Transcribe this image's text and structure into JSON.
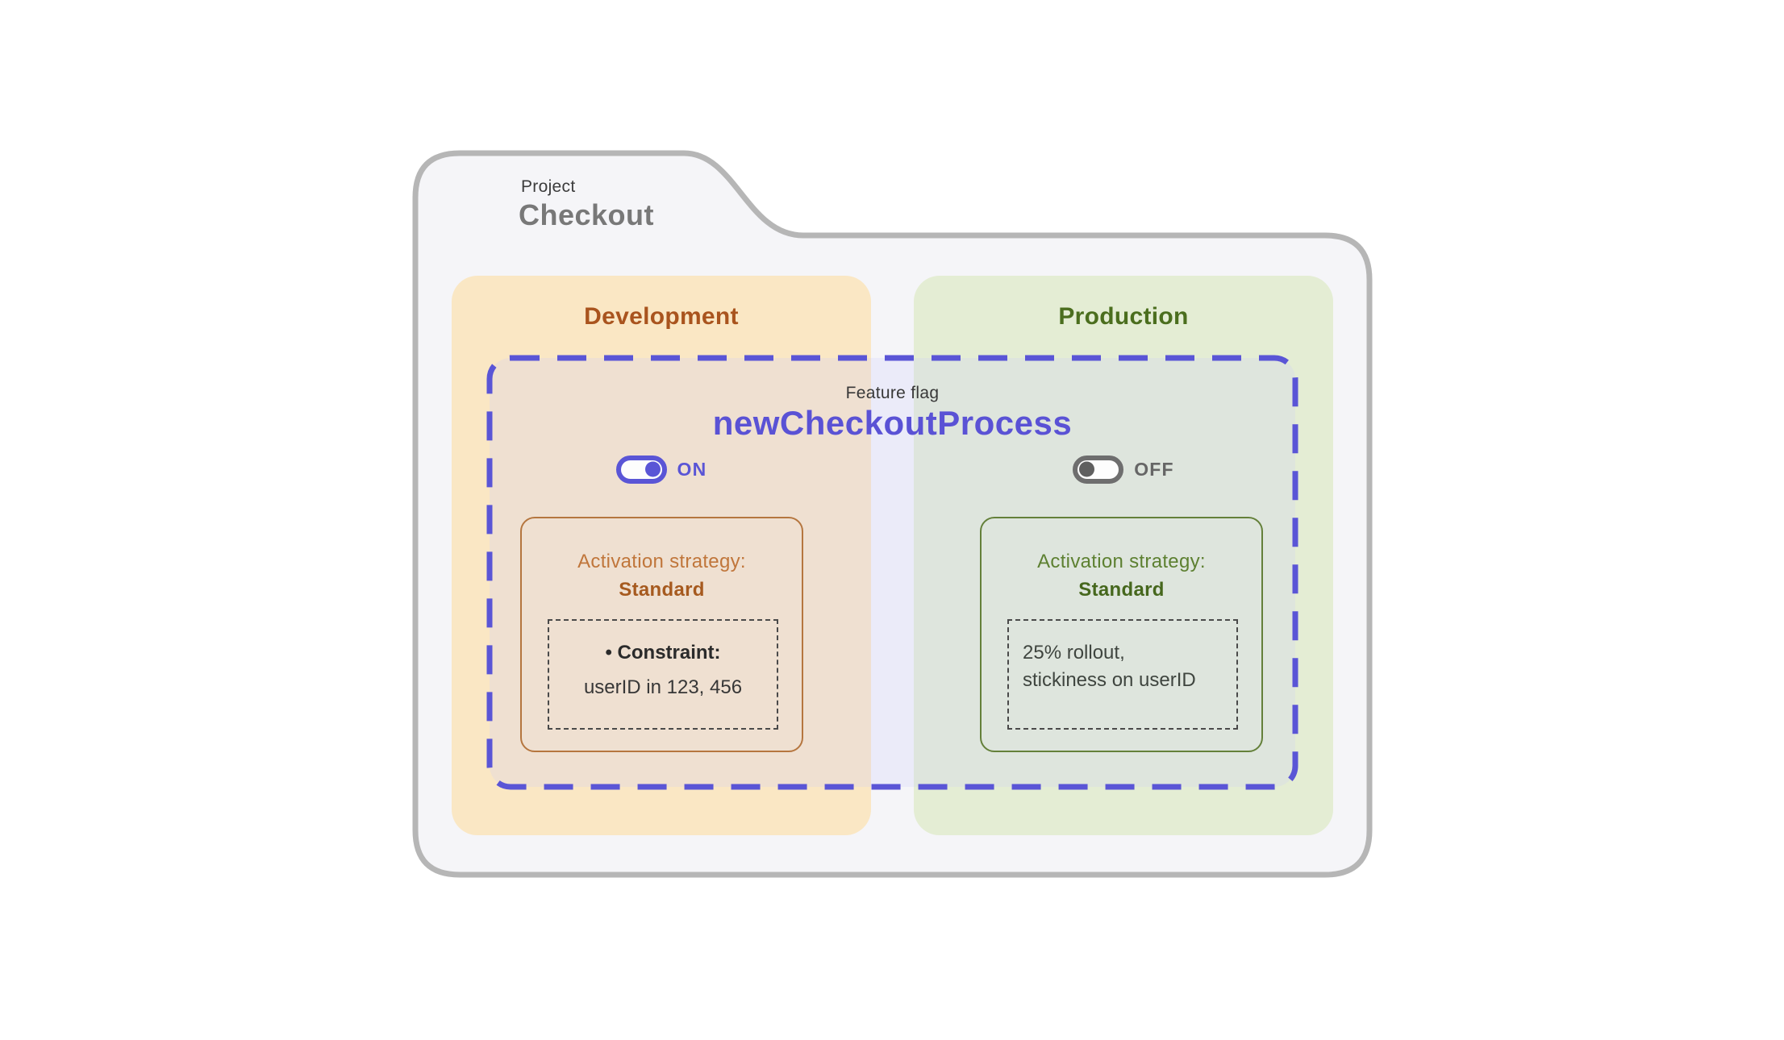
{
  "project": {
    "label": "Project",
    "name": "Checkout"
  },
  "feature_flag": {
    "label": "Feature flag",
    "name": "newCheckoutProcess"
  },
  "environments": {
    "development": {
      "title": "Development",
      "toggle": {
        "state": "on",
        "label": "ON"
      },
      "strategy": {
        "heading": "Activation strategy:",
        "type": "Standard",
        "constraint_title": "• Constraint:",
        "constraint_value": "userID in 123, 456"
      }
    },
    "production": {
      "title": "Production",
      "toggle": {
        "state": "off",
        "label": "OFF"
      },
      "strategy": {
        "heading": "Activation strategy:",
        "type": "Standard",
        "rollout_line1": "25% rollout,",
        "rollout_line2": "stickiness on userID"
      }
    }
  },
  "colors": {
    "accent_purple": "#5a55d6",
    "flag_name_purple": "#5a52d5",
    "flag_region_fill": "rgba(200,200,255,0.22)",
    "dev_box_bg": "#fae7c4",
    "dev_title_text": "#a9541e",
    "dev_card_border": "#b5763f",
    "prod_box_bg": "#e4edd4",
    "prod_title_text": "#4b6e1e",
    "prod_card_border": "#64803a",
    "folder_fill": "#f5f5f8",
    "folder_border": "#b6b6b6",
    "toggle_off_gray": "#6e6e6e"
  }
}
